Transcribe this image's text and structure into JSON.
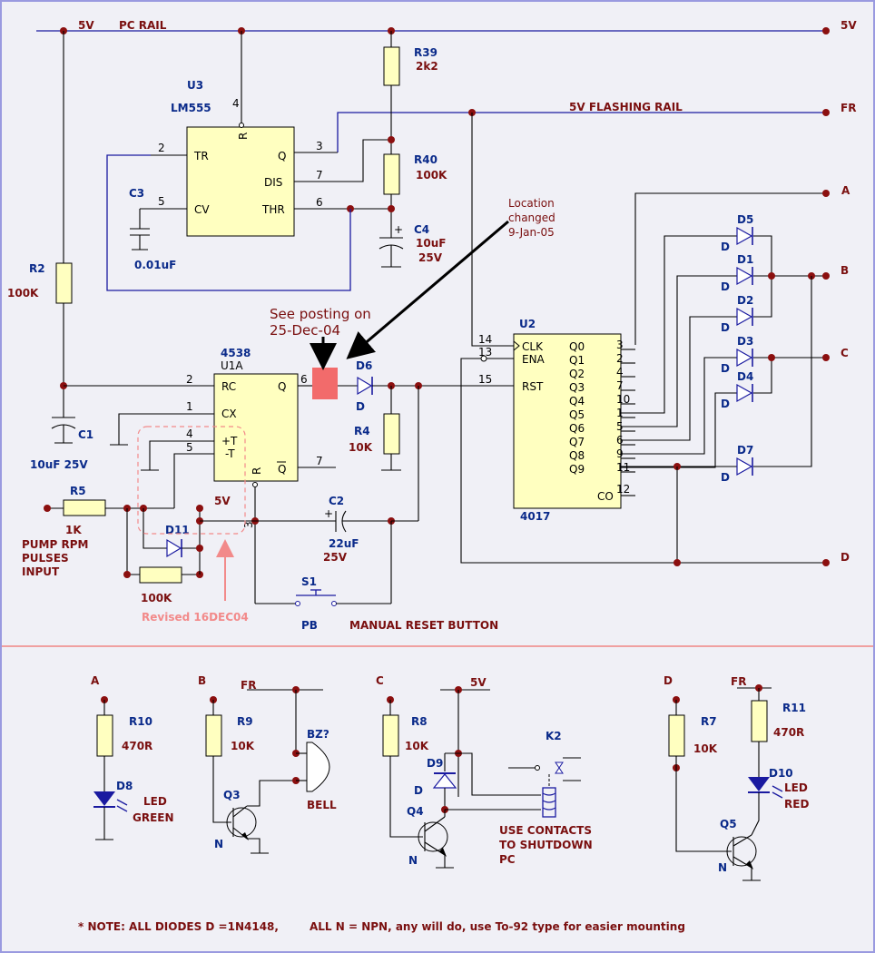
{
  "rails": {
    "pc_rail_voltage": "5V",
    "pc_rail_label": "PC RAIL",
    "right_5v": "5V",
    "flashing_rail_label": "5V FLASHING RAIL",
    "fr_out": "FR"
  },
  "outputs": {
    "a": "A",
    "b": "B",
    "c": "C",
    "d": "D"
  },
  "u3": {
    "ref": "U3",
    "part": "LM555",
    "pins": {
      "tr": "TR",
      "q": "Q",
      "dis": "DIS",
      "cv": "CV",
      "thr": "THR",
      "r": "R"
    },
    "pin_numbers": {
      "p2": "2",
      "p3": "3",
      "p4": "4",
      "p5": "5",
      "p6": "6",
      "p7": "7"
    }
  },
  "u1a": {
    "ref_top": "4538",
    "ref": "U1A",
    "pins": {
      "rc": "RC",
      "cx": "CX",
      "pt": "+T",
      "mt": "-T",
      "q": "Q",
      "qbar": "Q",
      "r": "R"
    },
    "pin_numbers": {
      "p2": "2",
      "p1": "1",
      "p4": "4",
      "p5": "5",
      "p6": "6",
      "p7": "7",
      "p3": "3"
    }
  },
  "u2": {
    "ref": "U2",
    "part": "4017",
    "pins": {
      "clk": "CLK",
      "ena": "ENA",
      "rst": "RST",
      "q": [
        "Q0",
        "Q1",
        "Q2",
        "Q3",
        "Q4",
        "Q5",
        "Q6",
        "Q7",
        "Q8",
        "Q9"
      ],
      "co": "CO"
    },
    "pin_numbers": {
      "clk": "14",
      "ena": "13",
      "rst": "15",
      "q": [
        "3",
        "2",
        "4",
        "7",
        "10",
        "1",
        "5",
        "6",
        "9",
        "11"
      ],
      "co": "12"
    }
  },
  "components": {
    "r39": {
      "ref": "R39",
      "value": "2k2"
    },
    "r40": {
      "ref": "R40",
      "value": "100K"
    },
    "c3": {
      "ref": "C3",
      "value": "0.01uF"
    },
    "c4": {
      "ref": "C4",
      "value": "10uF",
      "voltage": "25V",
      "polarity": "+"
    },
    "r2": {
      "ref": "R2",
      "value": "100K"
    },
    "c1": {
      "ref": "C1",
      "value": "10uF 25V"
    },
    "r4": {
      "ref": "R4",
      "value": "10K"
    },
    "d6": {
      "ref": "D6",
      "type": "D"
    },
    "r5": {
      "ref": "R5",
      "value": "1K"
    },
    "d11": {
      "ref": "D11"
    },
    "r_100k": {
      "value": "100K"
    },
    "c2": {
      "ref": "C2",
      "value": "22uF",
      "voltage": "25V",
      "polarity": "+"
    },
    "s1": {
      "ref": "S1",
      "type": "PB",
      "label": "MANUAL RESET BUTTON"
    },
    "v5_local": "5V",
    "diodes": [
      {
        "ref": "D5",
        "type": "D"
      },
      {
        "ref": "D1",
        "type": "D"
      },
      {
        "ref": "D2",
        "type": "D"
      },
      {
        "ref": "D3",
        "type": "D"
      },
      {
        "ref": "D4",
        "type": "D"
      },
      {
        "ref": "D7",
        "type": "D"
      }
    ]
  },
  "input_label": [
    "PUMP RPM",
    "PULSES",
    "INPUT"
  ],
  "annotations": {
    "location_changed": [
      "Location",
      "changed",
      "9-Jan-05"
    ],
    "see_posting": [
      "See posting on",
      "25-Dec-04"
    ],
    "revised": "Revised 16DEC04"
  },
  "drivers": {
    "a": {
      "input": "A",
      "r_ref": "R10",
      "r_value": "470R",
      "led_ref": "D8",
      "led_label": [
        "LED",
        "GREEN"
      ]
    },
    "b": {
      "input": "B",
      "supply": "FR",
      "r_ref": "R9",
      "r_value": "10K",
      "q_ref": "Q3",
      "q_type": "N",
      "bz_ref": "BZ?",
      "bz_label": "BELL"
    },
    "c": {
      "input": "C",
      "supply": "5V",
      "r_ref": "R8",
      "r_value": "10K",
      "d_ref": "D9",
      "d_type": "D",
      "q_ref": "Q4",
      "q_type": "N",
      "k_ref": "K2",
      "note": [
        "USE CONTACTS",
        "TO SHUTDOWN",
        "PC"
      ]
    },
    "d": {
      "input": "D",
      "supply": "FR",
      "r_ref": "R7",
      "r_value": "10K",
      "r11_ref": "R11",
      "r11_value": "470R",
      "led_ref": "D10",
      "led_label": [
        "LED",
        "RED"
      ],
      "q_ref": "Q5",
      "q_type": "N"
    }
  },
  "note": {
    "left": "* NOTE: ALL DIODES D =1N4148,",
    "right": "ALL N = NPN, any will do, use To-92 type for easier mounting"
  },
  "colors": {
    "wire": "#1a1aa0",
    "label": "#7a0f0f",
    "ic_fill": "#ffffc0",
    "highlight": "#f26b6b",
    "divider": "#f0a0a0",
    "border": "#9a9ae0"
  }
}
